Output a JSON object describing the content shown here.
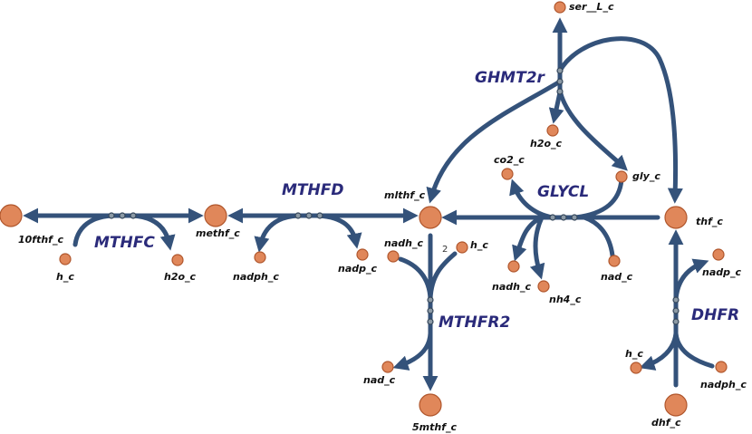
{
  "metabolites": {
    "ser_L_c": "ser__L_c",
    "h2o_c_ghmt": "h2o_c",
    "co2_c": "co2_c",
    "gly_c": "gly_c",
    "mlthf_c": "mlthf_c",
    "thf_c": "thf_c",
    "nadh_c_glycl": "nadh_c",
    "nh4_c": "nh4_c",
    "nad_c_glycl": "nad_c",
    "tenfthf_c": "10fthf_c",
    "h_c_mthfc": "h_c",
    "h2o_c_mthfc": "h2o_c",
    "methf_c": "methf_c",
    "nadph_c_mthfd": "nadph_c",
    "nadp_c_mthfd": "nadp_c",
    "nadh_c_mthfr": "nadh_c",
    "h_c_mthfr": "h_c",
    "nad_c_mthfr": "nad_c",
    "fivemthf_c": "5mthf_c",
    "nadp_c_dhfr": "nadp_c",
    "h_c_dhfr": "h_c",
    "nadph_c_dhfr": "nadph_c",
    "dhf_c": "dhf_c"
  },
  "reactions": {
    "GHMT2r": "GHMT2r",
    "GLYCL": "GLYCL",
    "MTHFD": "MTHFD",
    "MTHFC": "MTHFC",
    "MTHFR2": "MTHFR2",
    "DHFR": "DHFR"
  },
  "stoichiometry": {
    "mthfr2_h_c": "2"
  },
  "colors": {
    "edge": "#34527a",
    "node_fill": "#e0875a",
    "node_stroke": "#b0562c",
    "reaction_label": "#2a2a7a"
  }
}
